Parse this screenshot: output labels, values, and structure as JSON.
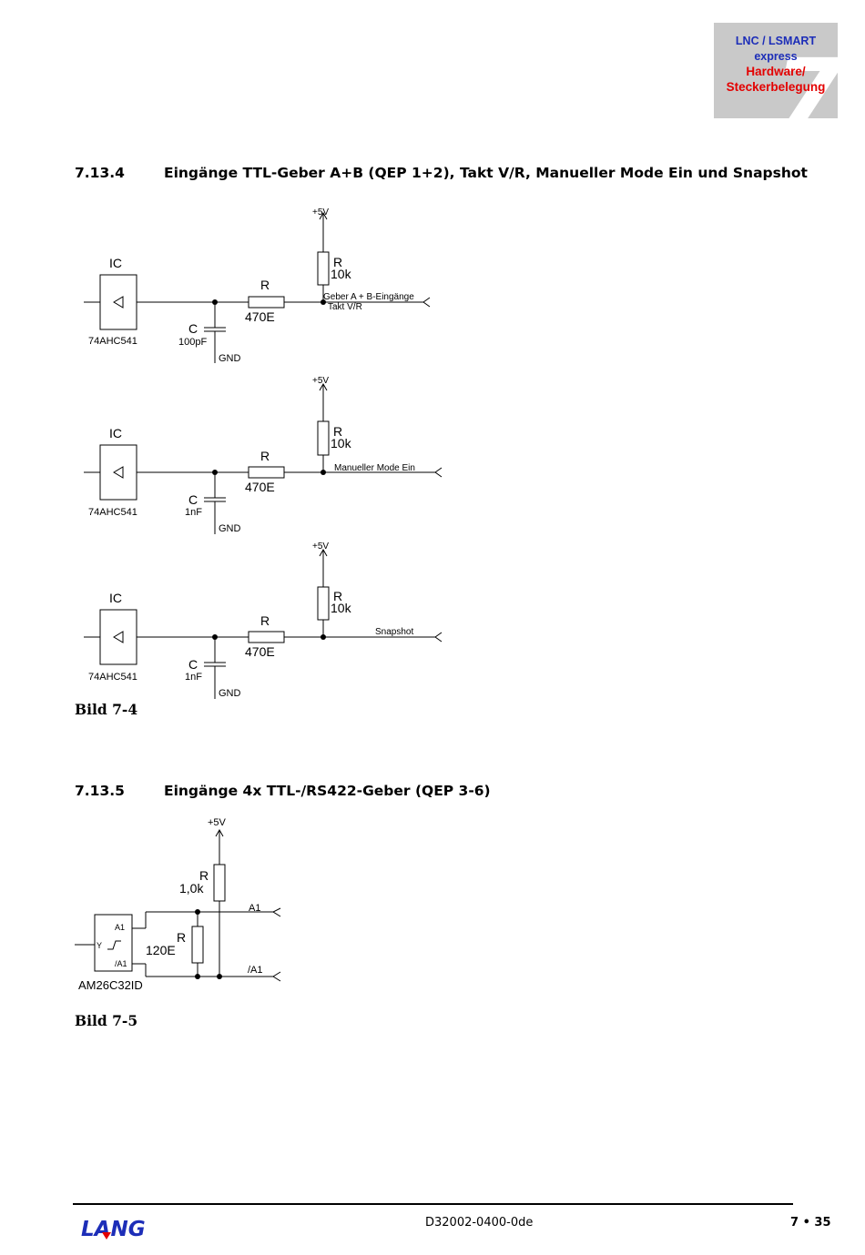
{
  "header": {
    "line1": "LNC / LSMART",
    "line2": "express",
    "line3": "Hardware/",
    "line4": "Steckerbelegung",
    "chapter_mark": "7"
  },
  "section1": {
    "number": "7.13.4",
    "title": "Eingänge TTL-Geber A+B (QEP 1+2), Takt V/R, Manueller Mode Ein und Snapshot"
  },
  "circuits": [
    {
      "vcc": "+5V",
      "ic": "IC",
      "ic_part": "74AHC541",
      "r_label": "R",
      "r_value": "470E",
      "pullup_label": "R",
      "pullup_value": "10k",
      "c_label": "C",
      "c_value": "100pF",
      "gnd": "GND",
      "signal": "Geber A + B-Eingänge",
      "signal2": "Takt V/R"
    },
    {
      "vcc": "+5V",
      "ic": "IC",
      "ic_part": "74AHC541",
      "r_label": "R",
      "r_value": "470E",
      "pullup_label": "R",
      "pullup_value": "10k",
      "c_label": "C",
      "c_value": "1nF",
      "gnd": "GND",
      "signal": "Manueller Mode Ein"
    },
    {
      "vcc": "+5V",
      "ic": "IC",
      "ic_part": "74AHC541",
      "r_label": "R",
      "r_value": "470E",
      "pullup_label": "R",
      "pullup_value": "10k",
      "c_label": "C",
      "c_value": "1nF",
      "gnd": "GND",
      "signal": "Snapshot"
    }
  ],
  "caption1": "Bild 7-4",
  "section2": {
    "number": "7.13.5",
    "title": "Eingänge 4x TTL-/RS422-Geber (QEP 3-6)"
  },
  "circuit2": {
    "vcc": "+5V",
    "r1_label": "R",
    "r1_value": "1,0k",
    "r2_label": "R",
    "r2_value": "120E",
    "pin_a": "A1",
    "pin_na": "/A1",
    "pin_y": "Y",
    "sig_a": "A1",
    "sig_na": "/A1",
    "part": "AM26C32ID"
  },
  "caption2": "Bild 7-5",
  "footer": {
    "logo": "LANG",
    "doc_number": "D32002-0400-0de",
    "page": "7 • 35"
  },
  "colors": {
    "header_bg": "#c9c9c9",
    "header_blue": "#1d2eb8",
    "header_red": "#e30000",
    "logo_blue": "#1d2eb8",
    "logo_red": "#e30000"
  }
}
